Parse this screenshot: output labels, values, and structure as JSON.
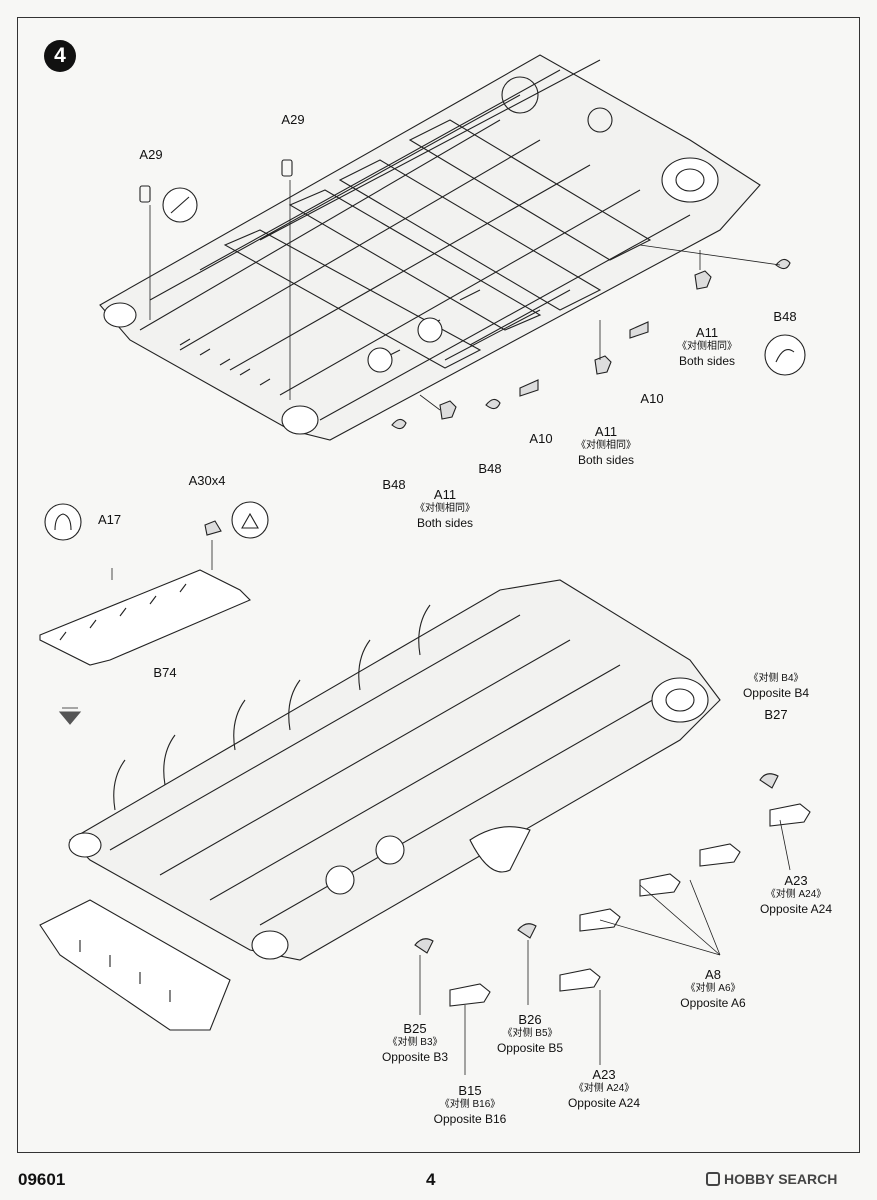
{
  "document": {
    "step_number": "4",
    "product_code": "09601",
    "page_number": "4",
    "watermark": "HOBBY SEARCH"
  },
  "labels": {
    "a29_left": "A29",
    "a29_top": "A29",
    "b48_left": "B48",
    "b48_mid": "B48",
    "b48_right": "B48",
    "a11_left": "A11",
    "a11_left_cn": "《对侧相同》",
    "a11_left_en": "Both sides",
    "a11_mid": "A11",
    "a11_mid_cn": "《对侧相同》",
    "a11_mid_en": "Both sides",
    "a11_right": "A11",
    "a11_right_cn": "《对侧相同》",
    "a11_right_en": "Both sides",
    "a10_left": "A10",
    "a10_right": "A10",
    "a30x4": "A30x4",
    "a17": "A17",
    "b74": "B74",
    "b27": "B27",
    "b27_cn": "《对侧  B4》",
    "b27_en": "Opposite B4",
    "a23_right": "A23",
    "a23_right_cn": "《对侧  A24》",
    "a23_right_en": "Opposite A24",
    "a8": "A8",
    "a8_cn": "《对侧  A6》",
    "a8_en": "Opposite A6",
    "b25": "B25",
    "b25_cn": "《对侧  B3》",
    "b25_en": "Opposite B3",
    "b26": "B26",
    "b26_cn": "《对侧  B5》",
    "b26_en": "Opposite B5",
    "a23_bottom": "A23",
    "a23_bottom_cn": "《对侧  A24》",
    "a23_bottom_en": "Opposite A24",
    "b15": "B15",
    "b15_cn": "《对侧  B16》",
    "b15_en": "Opposite B16"
  }
}
